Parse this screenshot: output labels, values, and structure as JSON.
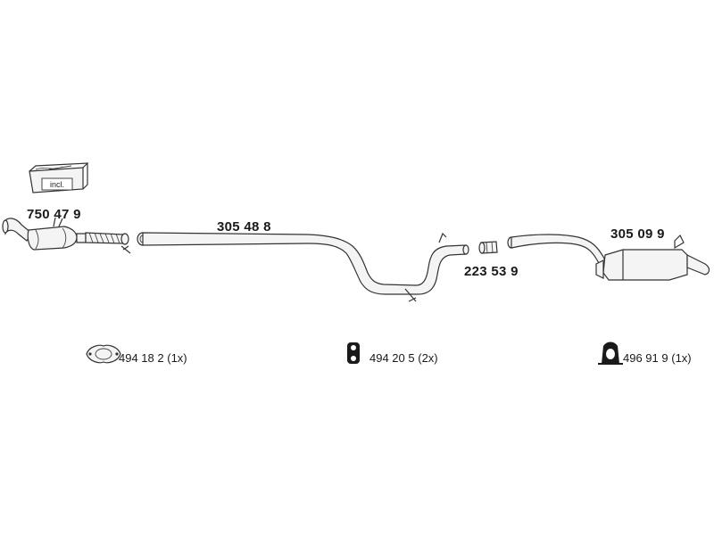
{
  "parts": [
    {
      "label": "750 47 9"
    },
    {
      "label": "305 48 8"
    },
    {
      "label": "223 53 9"
    },
    {
      "label": "305 09 9"
    }
  ],
  "kit_box": {
    "label": "incl."
  },
  "accessories": [
    {
      "part_no": "494 18 2",
      "qty": "(1x)",
      "icon": "gasket-icon"
    },
    {
      "part_no": "494 20 5",
      "qty": "(2x)",
      "icon": "rubber-hanger-icon"
    },
    {
      "part_no": "496 91 9",
      "qty": "(1x)",
      "icon": "rubber-mount-icon"
    }
  ]
}
